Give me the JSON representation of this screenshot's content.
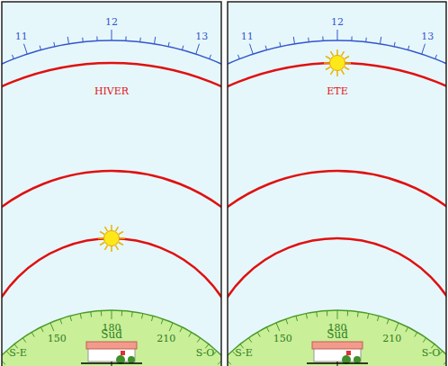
{
  "diagram": {
    "labels": [
      "11",
      "12",
      "13",
      "HIVER",
      "150",
      "180",
      "Sud",
      "210",
      "S-E",
      "S-O",
      "11",
      "12",
      "13",
      "ETE",
      "150",
      "180",
      "Sud",
      "210",
      "S-E",
      "S-O"
    ]
  }
}
